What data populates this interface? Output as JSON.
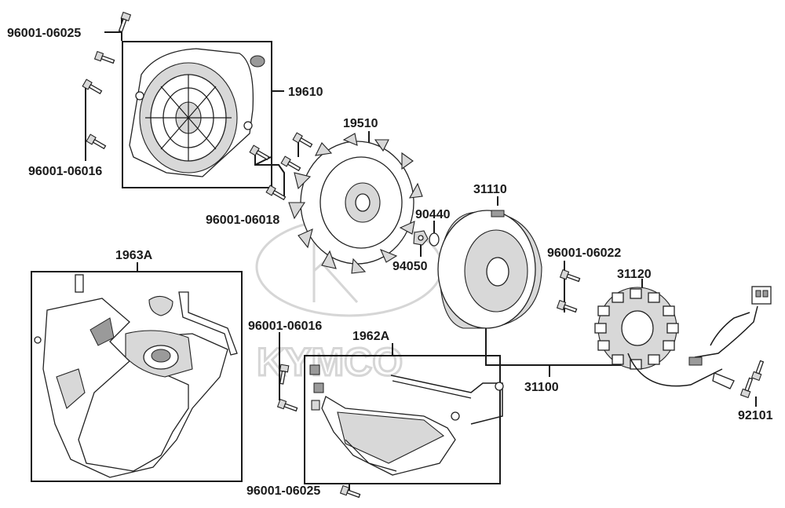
{
  "watermark": {
    "brand_text": "KYMCO"
  },
  "callouts": {
    "bolt_top": "96001-06025",
    "fan_cover": "19610",
    "bolt_left": "96001-06016",
    "fan": "19510",
    "bolt_fan": "96001-06018",
    "flywheel": "31110",
    "washer": "90440",
    "nut": "94050",
    "bolt_stator": "96001-06022",
    "stator": "31120",
    "shroud_assy": "1963A",
    "bolt_middle": "96001-06016",
    "lower_shroud_assy": "1962A",
    "generator_assy": "31100",
    "bolt_right": "92101",
    "bolt_bottom": "96001-06025"
  }
}
